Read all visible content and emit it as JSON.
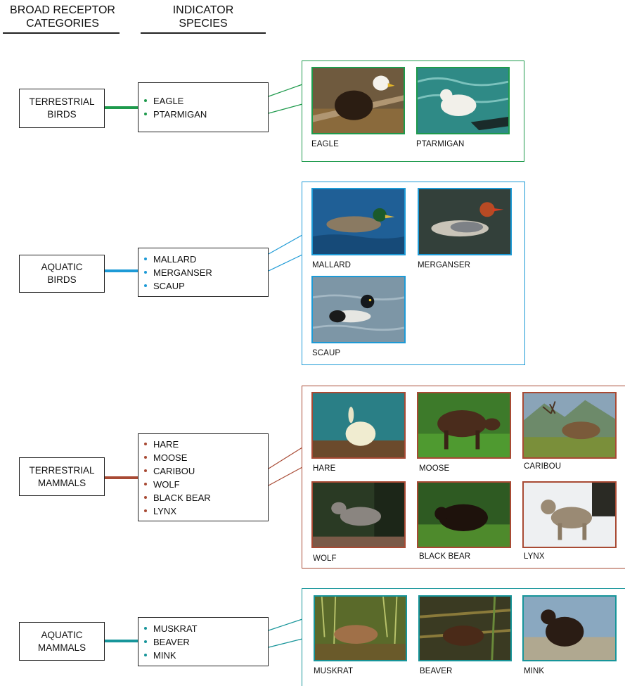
{
  "headers": {
    "col1_line1": "BROAD RECEPTOR",
    "col1_line2": "CATEGORIES",
    "col2_line1": "INDICATOR",
    "col2_line2": "SPECIES"
  },
  "groups": [
    {
      "id": "terrestrial-birds",
      "category_line1": "TERRESTRIAL",
      "category_line2": "BIRDS",
      "color": "#1e9a4c",
      "species": [
        "EAGLE",
        "PTARMIGAN"
      ],
      "photos": [
        {
          "caption": "EAGLE",
          "icon": "eagle-photo"
        },
        {
          "caption": "PTARMIGAN",
          "icon": "ptarmigan-photo"
        }
      ]
    },
    {
      "id": "aquatic-birds",
      "category_line1": "AQUATIC",
      "category_line2": "BIRDS",
      "color": "#1d9ad6",
      "species": [
        "MALLARD",
        "MERGANSER",
        "SCAUP"
      ],
      "photos": [
        {
          "caption": "MALLARD",
          "icon": "mallard-photo"
        },
        {
          "caption": "MERGANSER",
          "icon": "merganser-photo"
        },
        {
          "caption": "SCAUP",
          "icon": "scaup-photo"
        }
      ]
    },
    {
      "id": "terrestrial-mammals",
      "category_line1": "TERRESTRIAL",
      "category_line2": "MAMMALS",
      "color": "#a84a34",
      "species": [
        "HARE",
        "MOOSE",
        "CARIBOU",
        "WOLF",
        "BLACK BEAR",
        "LYNX"
      ],
      "photos": [
        {
          "caption": "HARE",
          "icon": "hare-photo"
        },
        {
          "caption": "MOOSE",
          "icon": "moose-photo"
        },
        {
          "caption": "CARIBOU",
          "icon": "caribou-photo"
        },
        {
          "caption": "WOLF",
          "icon": "wolf-photo"
        },
        {
          "caption": "BLACK BEAR",
          "icon": "black-bear-photo"
        },
        {
          "caption": "LYNX",
          "icon": "lynx-photo"
        }
      ]
    },
    {
      "id": "aquatic-mammals",
      "category_line1": "AQUATIC",
      "category_line2": "MAMMALS",
      "color": "#17959a",
      "species": [
        "MUSKRAT",
        "BEAVER",
        "MINK"
      ],
      "photos": [
        {
          "caption": "MUSKRAT",
          "icon": "muskrat-photo"
        },
        {
          "caption": "BEAVER",
          "icon": "beaver-photo"
        },
        {
          "caption": "MINK",
          "icon": "mink-photo"
        }
      ]
    }
  ]
}
